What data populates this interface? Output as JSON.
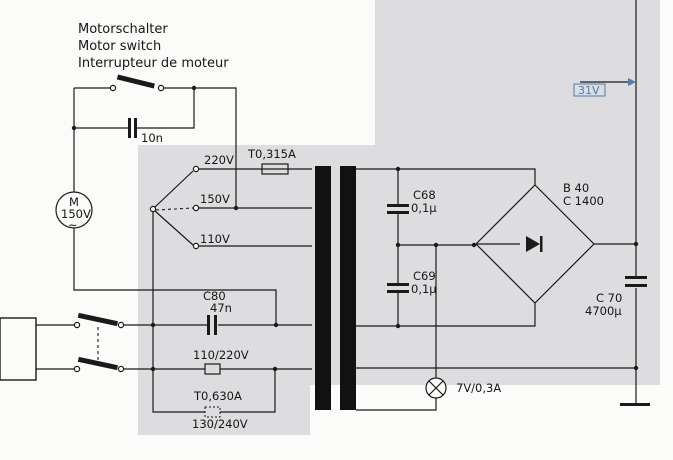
{
  "title_lines": [
    "Motorschalter",
    "Motor switch",
    "Interrupteur de moteur"
  ],
  "components": {
    "motor": {
      "letter": "M",
      "voltage": "150V"
    },
    "motor_cap": "10n",
    "tap_220": "220V",
    "tap_150": "150V",
    "tap_110": "110V",
    "fuse_primary": "T0,315A",
    "c68": {
      "name": "C68",
      "value": "0,1µ"
    },
    "c69": {
      "name": "C69",
      "value": "0,1µ"
    },
    "bridge": {
      "name": "B 40",
      "rating": "C 1400"
    },
    "c70": {
      "name": "C 70",
      "value": "4700µ"
    },
    "output_voltage": "31V",
    "c80": {
      "name": "C80",
      "value": "47n"
    },
    "mains_label": "110/220V",
    "fuse_mains": "T0,630A",
    "mains_label_alt": "130/240V",
    "lamp": "7V/0,3A"
  },
  "colors": {
    "shade": "#dddde0",
    "wire": "#1a1a1a",
    "accent": "#4a7fb5"
  }
}
